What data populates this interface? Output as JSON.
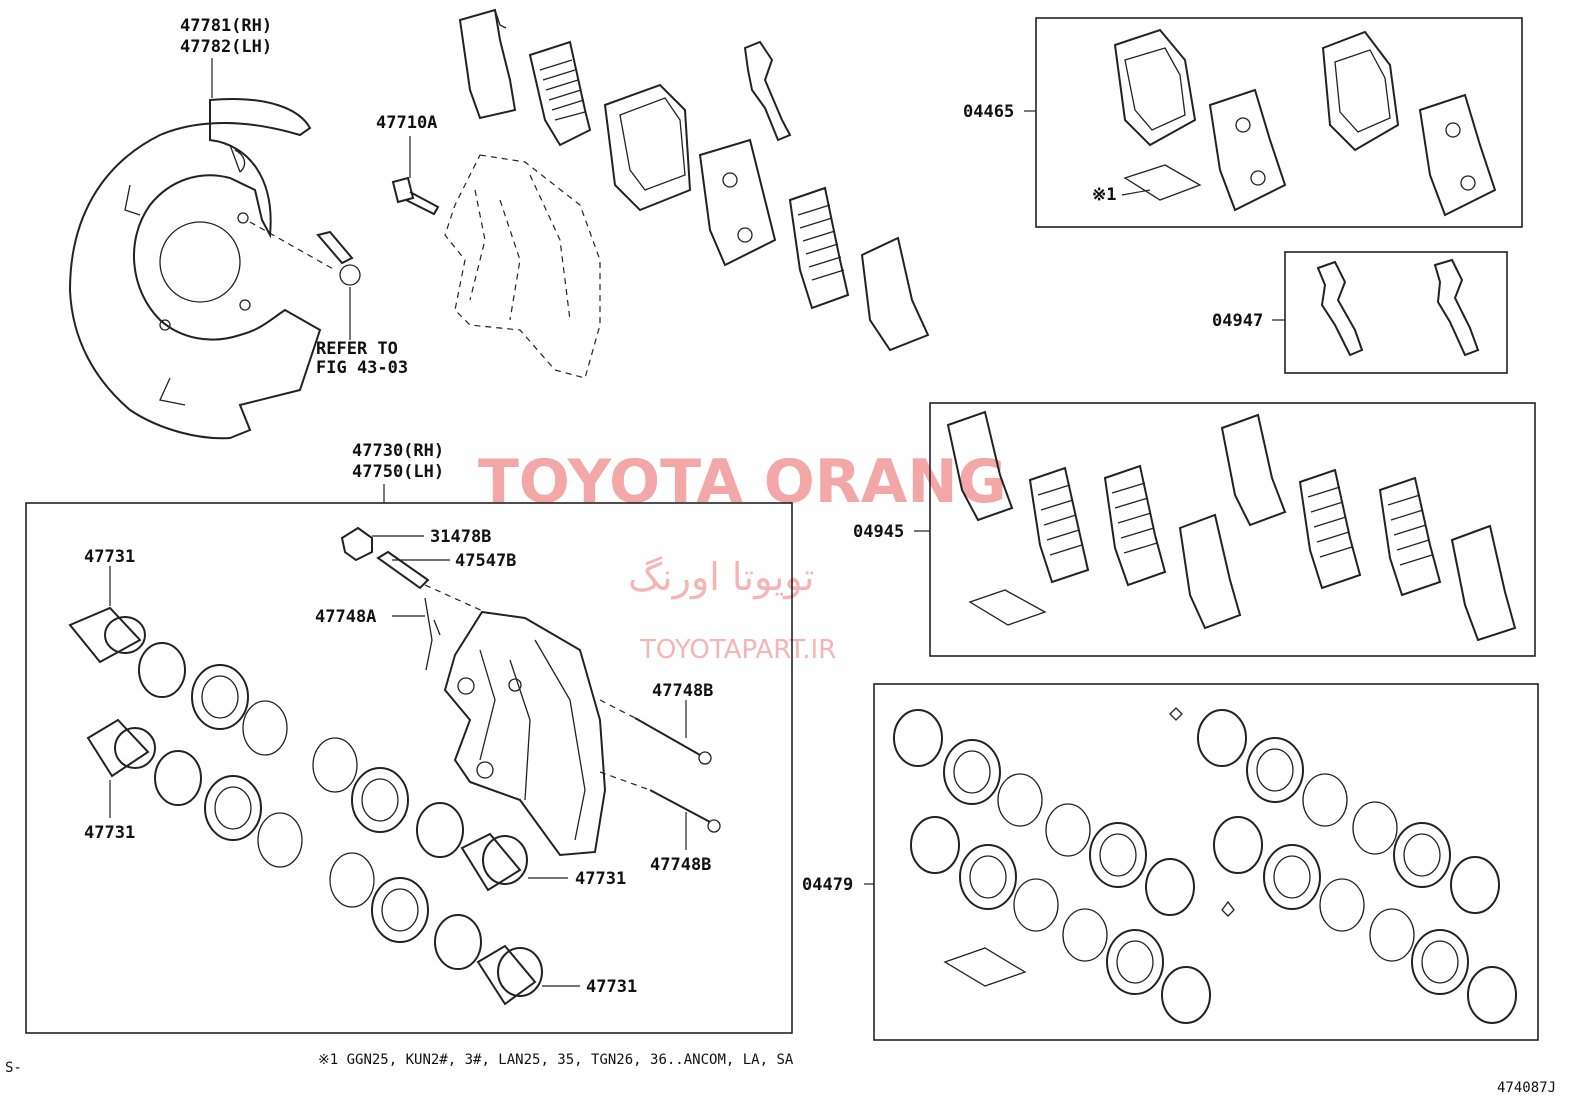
{
  "labels": {
    "shield_rh": "47781(RH)",
    "shield_lh": "47782(LH)",
    "bolt": "47710A",
    "refer1": "REFER TO",
    "refer2": "FIG 43-03",
    "caliper_rh": "47730(RH)",
    "caliper_lh": "47750(LH)",
    "piston_tl": "47731",
    "piston_bl": "47731",
    "piston_c1": "47731",
    "piston_c2": "47731",
    "cap": "31478B",
    "bleeder": "47547B",
    "pin_a": "47748A",
    "pin_b1": "47748B",
    "pin_b2": "47748B",
    "kit_pads": "04465",
    "kit_note_mark": "※1",
    "kit_clips": "04947",
    "kit_shims": "04945",
    "kit_seals": "04479"
  },
  "watermark": {
    "brand": "TOYOTA ORANG",
    "persian": "تویوتا اورنگ",
    "site": "TOYOTAPART.IR"
  },
  "footer": {
    "note": "※1 GGN25, KUN2#, 3#, LAN25, 35, TGN26, 36..ANCOM, LA, SA",
    "left_mark": "S-",
    "fig_id": "474087J"
  },
  "colors": {
    "line": "#222222",
    "watermark": "#f3a7a7"
  }
}
